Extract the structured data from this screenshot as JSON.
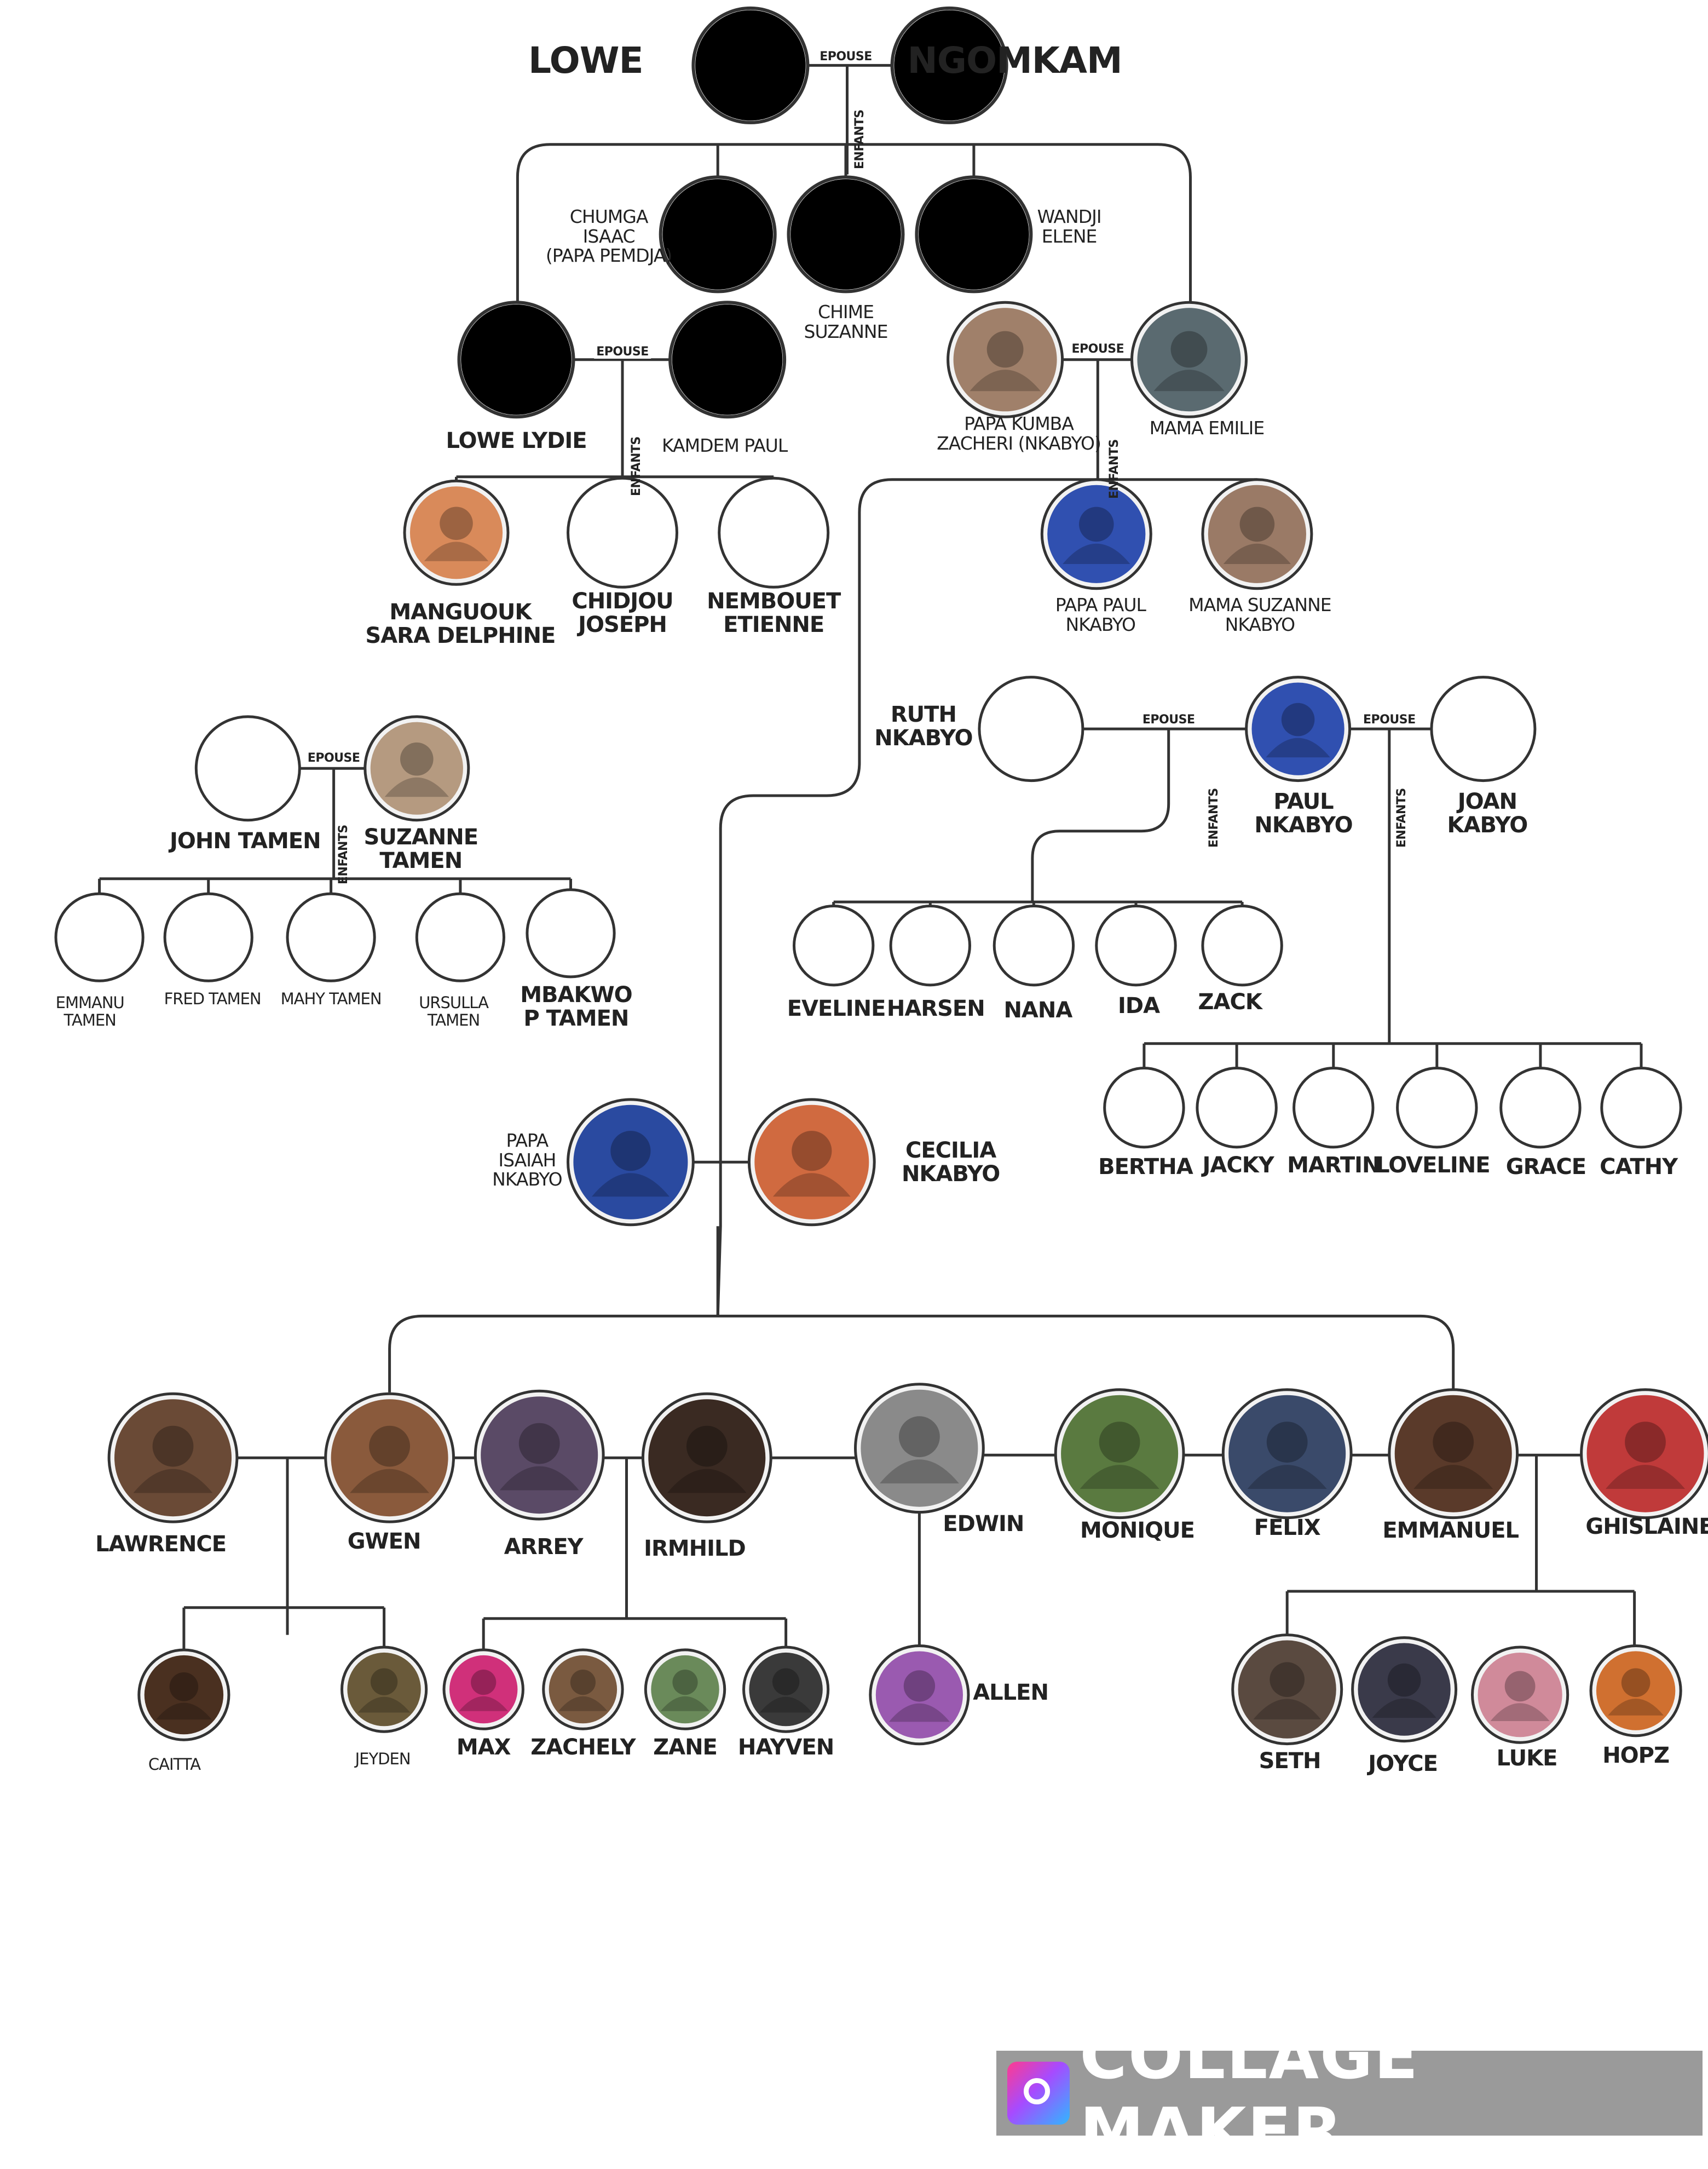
{
  "relations": {
    "spouse": "EPOUSE",
    "children": "ENFANTS"
  },
  "people": [
    {
      "id": "lowe",
      "name": "LOWE",
      "size": "big",
      "fill": "#000000"
    },
    {
      "id": "ngomkam",
      "name": "NGOMKAM",
      "size": "big",
      "fill": "#000000"
    },
    {
      "id": "chumga",
      "name": "CHUMGA\nISAAC\n(PAPA PEMDJA)",
      "size": "sm",
      "fill": "#000000"
    },
    {
      "id": "chime",
      "name": "CHIME\nSUZANNE",
      "size": "sm",
      "fill": "#000000"
    },
    {
      "id": "wandji",
      "name": "WANDJI\nELENE",
      "size": "sm",
      "fill": "#000000"
    },
    {
      "id": "lydie",
      "name": "LOWE LYDIE",
      "size": "md",
      "fill": "#000000"
    },
    {
      "id": "kamdem",
      "name": "KAMDEM PAUL",
      "size": "sm",
      "fill": "#000000"
    },
    {
      "id": "kumba",
      "name": "PAPA KUMBA\nZACHERI (NKABYO)",
      "size": "sm",
      "fill": "#a0806a"
    },
    {
      "id": "emilie",
      "name": "MAMA EMILIE",
      "size": "sm",
      "fill": "#5a6a70"
    },
    {
      "id": "manguouk",
      "name": "MANGUOUK\nSARA DELPHINE",
      "size": "md",
      "fill": "#d98a5a"
    },
    {
      "id": "chidjou",
      "name": "CHIDJOU\nJOSEPH",
      "size": "md",
      "fill": "#ffffff"
    },
    {
      "id": "nembouet",
      "name": "NEMBOUET\nETIENNE",
      "size": "md",
      "fill": "#ffffff"
    },
    {
      "id": "paul_papa",
      "name": "PAPA PAUL\nNKABYO",
      "size": "sm",
      "fill": "#3050b0"
    },
    {
      "id": "suzanne_mama",
      "name": "MAMA SUZANNE\nNKABYO",
      "size": "sm",
      "fill": "#9a7a66"
    },
    {
      "id": "ruth",
      "name": "RUTH\nNKABYO",
      "size": "md",
      "fill": "#ffffff"
    },
    {
      "id": "paul",
      "name": "PAUL\nNKABYO",
      "size": "md",
      "fill": "#3050b0"
    },
    {
      "id": "joan",
      "name": "JOAN\nKABYO",
      "size": "md",
      "fill": "#ffffff"
    },
    {
      "id": "john",
      "name": "JOHN TAMEN",
      "size": "md",
      "fill": "#ffffff"
    },
    {
      "id": "suzanne_t",
      "name": "SUZANNE\nTAMEN",
      "size": "md",
      "fill": "#b59a80"
    },
    {
      "id": "emmanu",
      "name": "EMMANU\nTAMEN",
      "size": "xs",
      "fill": "#ffffff"
    },
    {
      "id": "fred",
      "name": "FRED TAMEN",
      "size": "xs",
      "fill": "#ffffff"
    },
    {
      "id": "mahy",
      "name": "MAHY TAMEN",
      "size": "xs",
      "fill": "#ffffff"
    },
    {
      "id": "ursulla",
      "name": "URSULLA\nTAMEN",
      "size": "xs",
      "fill": "#ffffff"
    },
    {
      "id": "mbakwo",
      "name": "MBAKWO\nP TAMEN",
      "size": "md",
      "fill": "#ffffff"
    },
    {
      "id": "eveline",
      "name": "EVELINE",
      "size": "md",
      "fill": "#ffffff"
    },
    {
      "id": "harsen",
      "name": "HARSEN",
      "size": "md",
      "fill": "#ffffff"
    },
    {
      "id": "nana",
      "name": "NANA",
      "size": "md",
      "fill": "#ffffff"
    },
    {
      "id": "ida",
      "name": "IDA",
      "size": "md",
      "fill": "#ffffff"
    },
    {
      "id": "zack",
      "name": "ZACK",
      "size": "md",
      "fill": "#ffffff"
    },
    {
      "id": "bertha",
      "name": "BERTHA",
      "size": "md",
      "fill": "#ffffff"
    },
    {
      "id": "jacky",
      "name": "JACKY",
      "size": "md",
      "fill": "#ffffff"
    },
    {
      "id": "martin",
      "name": "MARTIN",
      "size": "md",
      "fill": "#ffffff"
    },
    {
      "id": "loveline",
      "name": "LOVELINE",
      "size": "md",
      "fill": "#ffffff"
    },
    {
      "id": "grace",
      "name": "GRACE",
      "size": "md",
      "fill": "#ffffff"
    },
    {
      "id": "cathy",
      "name": "CATHY",
      "size": "md",
      "fill": "#ffffff"
    },
    {
      "id": "isaiah",
      "name": "PAPA\nISAIAH\nNKABYO",
      "size": "sm",
      "fill": "#2a4aa0"
    },
    {
      "id": "cecilia",
      "name": "CECILIA\nNKABYO",
      "size": "md",
      "fill": "#d06a40"
    },
    {
      "id": "lawrence",
      "name": "LAWRENCE",
      "size": "md",
      "fill": "#6a4a36"
    },
    {
      "id": "gwen",
      "name": "GWEN",
      "size": "md",
      "fill": "#8a5a3c"
    },
    {
      "id": "arrey",
      "name": "ARREY",
      "size": "md",
      "fill": "#5a4a66"
    },
    {
      "id": "irmhild",
      "name": "IRMHILD",
      "size": "md",
      "fill": "#3a2a22"
    },
    {
      "id": "edwin",
      "name": "EDWIN",
      "size": "md",
      "fill": "#8a8a8a"
    },
    {
      "id": "monique",
      "name": "MONIQUE",
      "size": "md",
      "fill": "#5a7a40"
    },
    {
      "id": "felix",
      "name": "FELIX",
      "size": "md",
      "fill": "#3a4a6a"
    },
    {
      "id": "emmanuel",
      "name": "EMMANUEL",
      "size": "md",
      "fill": "#5a3a2a"
    },
    {
      "id": "ghislaine",
      "name": "GHISLAINE",
      "size": "md",
      "fill": "#c03a3a"
    },
    {
      "id": "caitta",
      "name": "CAITTA",
      "size": "xs",
      "fill": "#4a3020"
    },
    {
      "id": "jeyden",
      "name": "JEYDEN",
      "size": "xs",
      "fill": "#6a5a3a"
    },
    {
      "id": "max",
      "name": "MAX",
      "size": "md",
      "fill": "#d0307a"
    },
    {
      "id": "zachely",
      "name": "ZACHELY",
      "size": "md",
      "fill": "#7a5a40"
    },
    {
      "id": "zane",
      "name": "ZANE",
      "size": "md",
      "fill": "#6a8a5a"
    },
    {
      "id": "hayven",
      "name": "HAYVEN",
      "size": "md",
      "fill": "#3a3a3a"
    },
    {
      "id": "allen",
      "name": "ALLEN",
      "size": "md",
      "fill": "#9a5ab0"
    },
    {
      "id": "seth",
      "name": "SETH",
      "size": "md",
      "fill": "#5a4a40"
    },
    {
      "id": "joyce",
      "name": "JOYCE",
      "size": "md",
      "fill": "#3a3a4a"
    },
    {
      "id": "luke",
      "name": "LUKE",
      "size": "md",
      "fill": "#d08a9a"
    },
    {
      "id": "hopz",
      "name": "HOPZ",
      "size": "md",
      "fill": "#d07030"
    }
  ],
  "watermark": {
    "text": "COLLAGE MAKER"
  }
}
